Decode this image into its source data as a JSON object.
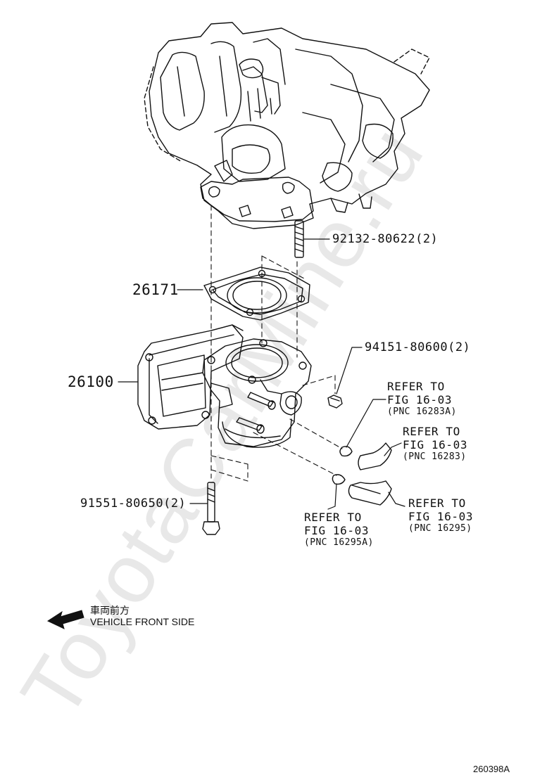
{
  "parts": {
    "stud": "92132-80622(2)",
    "gasket": "26171",
    "throttle_body": "26100",
    "nut": "94151-80600(2)",
    "bolt": "91551-80650(2)"
  },
  "refs": [
    {
      "line1": "REFER TO",
      "line2": "FIG 16-03",
      "pnc": "(PNC 16283A)"
    },
    {
      "line1": "REFER TO",
      "line2": "FIG 16-03",
      "pnc": "(PNC 16283)"
    },
    {
      "line1": "REFER TO",
      "line2": "FIG 16-03",
      "pnc": "(PNC 16295A)"
    },
    {
      "line1": "REFER TO",
      "line2": "FIG 16-03",
      "pnc": "(PNC 16295)"
    }
  ],
  "direction": {
    "jp": "車両前方",
    "en": "VEHICLE FRONT SIDE"
  },
  "figure_id": "260398A",
  "watermark": "ToyotaCarMine.ru",
  "colors": {
    "ink": "#111111",
    "watermark": "#e6e6e6"
  }
}
